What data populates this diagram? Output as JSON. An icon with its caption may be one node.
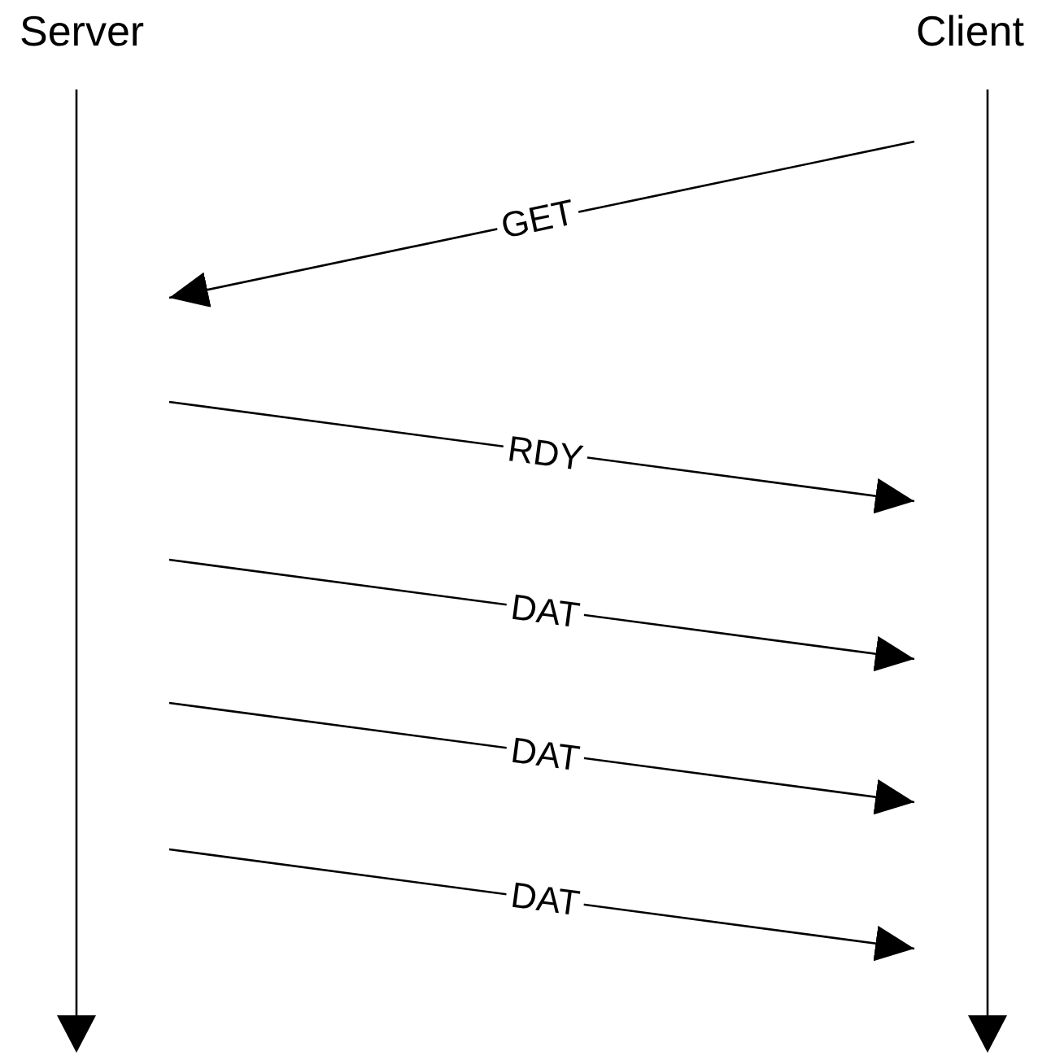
{
  "diagram": {
    "nodes": [
      {
        "text": [
          "Server"
        ]
      },
      {
        "text": [
          "Client"
        ]
      }
    ],
    "edges": [
      {
        "from": 1,
        "to": 0,
        "arrow": "to",
        "label": "GET"
      },
      {
        "from": 0,
        "to": 1,
        "arrow": "to",
        "label": "RDY"
      },
      {
        "from": 0,
        "to": 1,
        "arrow": "to",
        "label": "DAT"
      },
      {
        "from": 0,
        "to": 1,
        "arrow": "to",
        "label": "DAT"
      },
      {
        "from": 0,
        "to": 1,
        "arrow": "to",
        "label": "DAT"
      }
    ]
  }
}
